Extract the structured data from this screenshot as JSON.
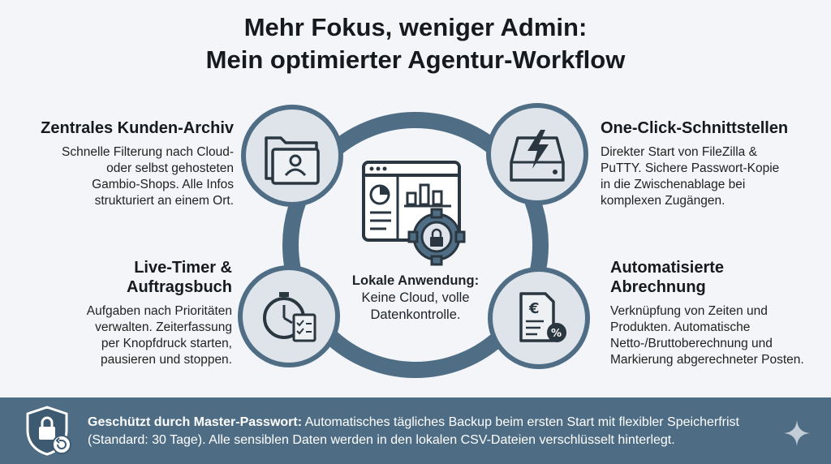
{
  "header": {
    "title_line1": "Mehr Fokus, weniger Admin:",
    "title_line2": "Mein optimierter Agentur-Workflow"
  },
  "features": {
    "kunden_archiv": {
      "title": "Zentrales Kunden-Archiv",
      "lines": [
        "Schnelle Filterung nach Cloud-",
        "oder selbst gehosteten",
        "Gambio-Shops. Alle Infos",
        "strukturiert an einem Ort."
      ]
    },
    "schnittstellen": {
      "title": "One-Click-Schnittstellen",
      "lines": [
        "Direkter Start von FileZilla &",
        "PuTTY. Sichere Passwort-Kopie",
        "in die Zwischenablage bei",
        "komplexen Zugängen."
      ]
    },
    "live_timer": {
      "title_lines": [
        "Live-Timer &",
        "Auftragsbuch"
      ],
      "lines": [
        "Aufgaben nach Prioritäten",
        "verwalten. Zeiterfassung",
        "per Knopfdruck starten,",
        "pausieren und stoppen."
      ]
    },
    "abrechnung": {
      "title_lines": [
        "Automatisierte",
        "Abrechnung"
      ],
      "lines": [
        "Verknüpfung von Zeiten und",
        "Produkten. Automatische",
        "Netto-/Bruttoberechnung und",
        "Markierung abgerechneter Posten."
      ]
    }
  },
  "center": {
    "title": "Lokale Anwendung:",
    "line1": "Keine Cloud, volle",
    "line2": "Datenkontrolle."
  },
  "footer": {
    "bold_label": "Geschützt durch Master-Passwort:",
    "text_line1": " Automatisches tägliches Backup beim ersten Start mit flexibler Speicherfrist",
    "text_line2": "(Standard: 30 Tage). Alle sensiblen Daten werden in den lokalen CSV-Dateien verschlüsselt hinterlegt."
  },
  "icons": {
    "archive": "folder-user-icon",
    "interface": "lightning-drive-icon",
    "timer": "stopwatch-checklist-icon",
    "billing": "euro-invoice-icon",
    "center": "dashboard-gear-lock-icon",
    "footer": "shield-lock-restore-icon"
  },
  "colors": {
    "ring": "#4f6e86",
    "circle_fill": "#dfe4ea",
    "icon_dark": "#2a3640",
    "footer_bg": "#4e6d84",
    "background": "#f3f5f8"
  }
}
